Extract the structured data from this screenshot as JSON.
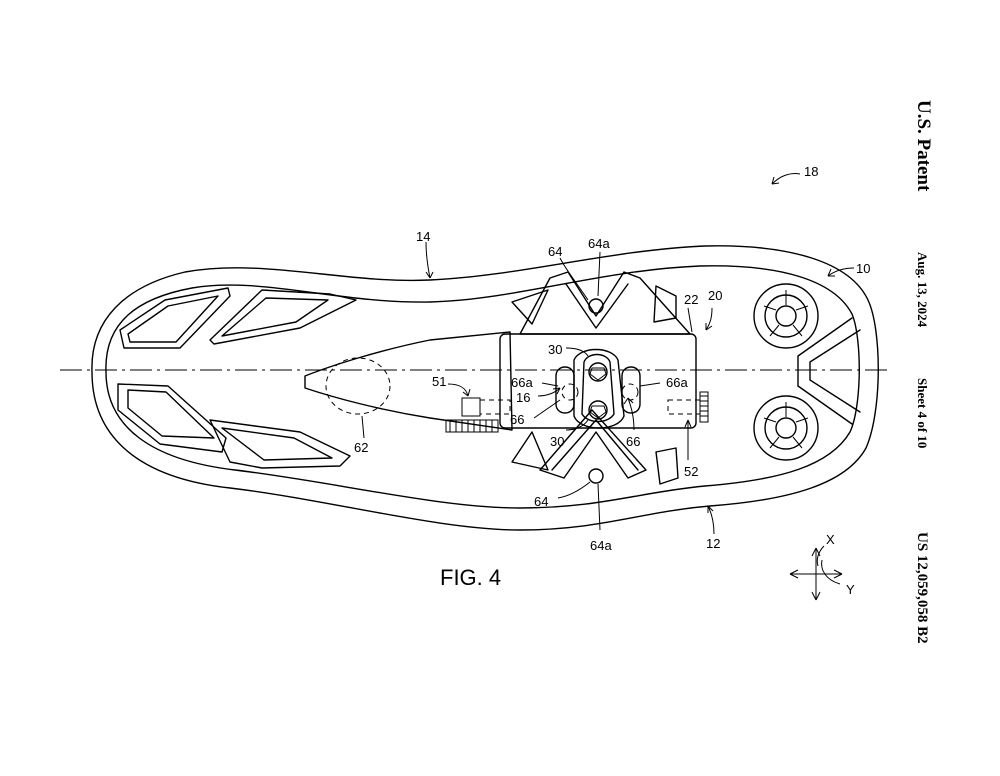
{
  "header": {
    "publisher": "U.S. Patent",
    "date": "Aug. 13, 2024",
    "sheet": "Sheet 4 of 10",
    "patent_number": "US 12,059,058 B2"
  },
  "figure": {
    "caption": "FIG. 4"
  },
  "refs": {
    "r10": "10",
    "r12": "12",
    "r14": "14",
    "r16": "16",
    "r18": "18",
    "r20": "20",
    "r22": "22",
    "r30a": "30",
    "r30b": "30",
    "r51": "51",
    "r52": "52",
    "r62": "62",
    "r64a": "64",
    "r64b": "64",
    "r64a_top": "64a",
    "r64a_bot": "64a",
    "r66a": "66",
    "r66b": "66",
    "r66a_left": "66a",
    "r66a_right": "66a"
  },
  "axes": {
    "x": "X",
    "y": "Y"
  }
}
